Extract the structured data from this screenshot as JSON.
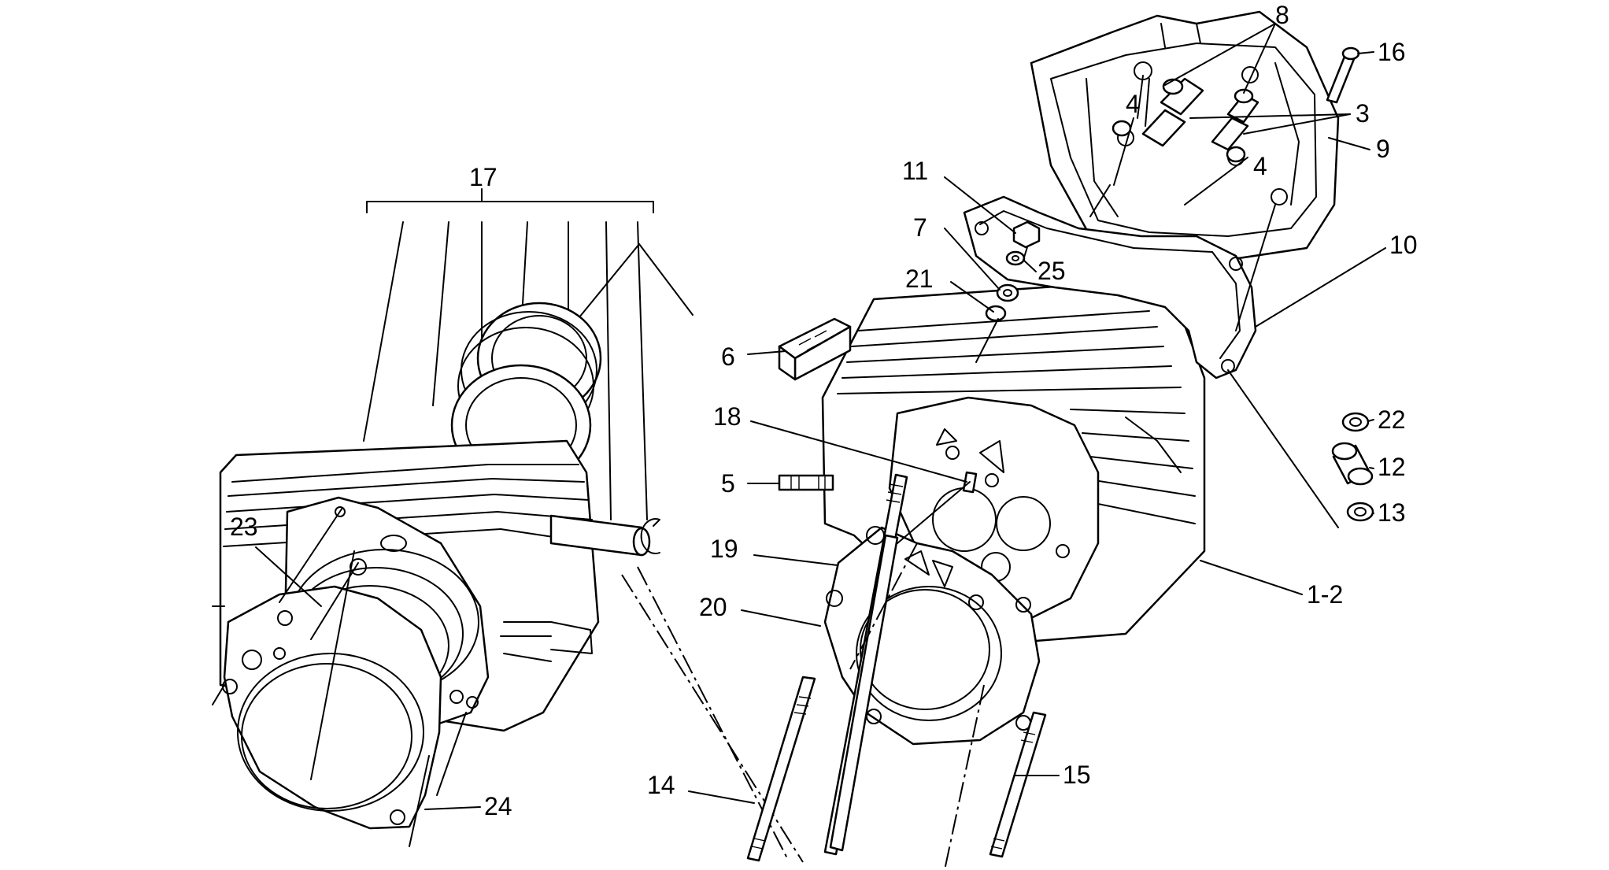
{
  "callouts": [
    {
      "id": "c17",
      "text": "17"
    },
    {
      "id": "c8",
      "text": "8"
    },
    {
      "id": "c16",
      "text": "16"
    },
    {
      "id": "c4a",
      "text": "4"
    },
    {
      "id": "c3",
      "text": "3"
    },
    {
      "id": "c4b",
      "text": "4"
    },
    {
      "id": "c9",
      "text": "9"
    },
    {
      "id": "c11",
      "text": "11"
    },
    {
      "id": "c10",
      "text": "10"
    },
    {
      "id": "c7",
      "text": "7"
    },
    {
      "id": "c25",
      "text": "25"
    },
    {
      "id": "c21",
      "text": "21"
    },
    {
      "id": "c6",
      "text": "6"
    },
    {
      "id": "c22",
      "text": "22"
    },
    {
      "id": "c18",
      "text": "18"
    },
    {
      "id": "c12",
      "text": "12"
    },
    {
      "id": "c5",
      "text": "5"
    },
    {
      "id": "c13",
      "text": "13"
    },
    {
      "id": "c23",
      "text": "23"
    },
    {
      "id": "c19",
      "text": "19"
    },
    {
      "id": "c12b",
      "text": "1-2"
    },
    {
      "id": "c20",
      "text": "20"
    },
    {
      "id": "c15",
      "text": "15"
    },
    {
      "id": "c14",
      "text": "14"
    },
    {
      "id": "c24",
      "text": "24"
    }
  ]
}
